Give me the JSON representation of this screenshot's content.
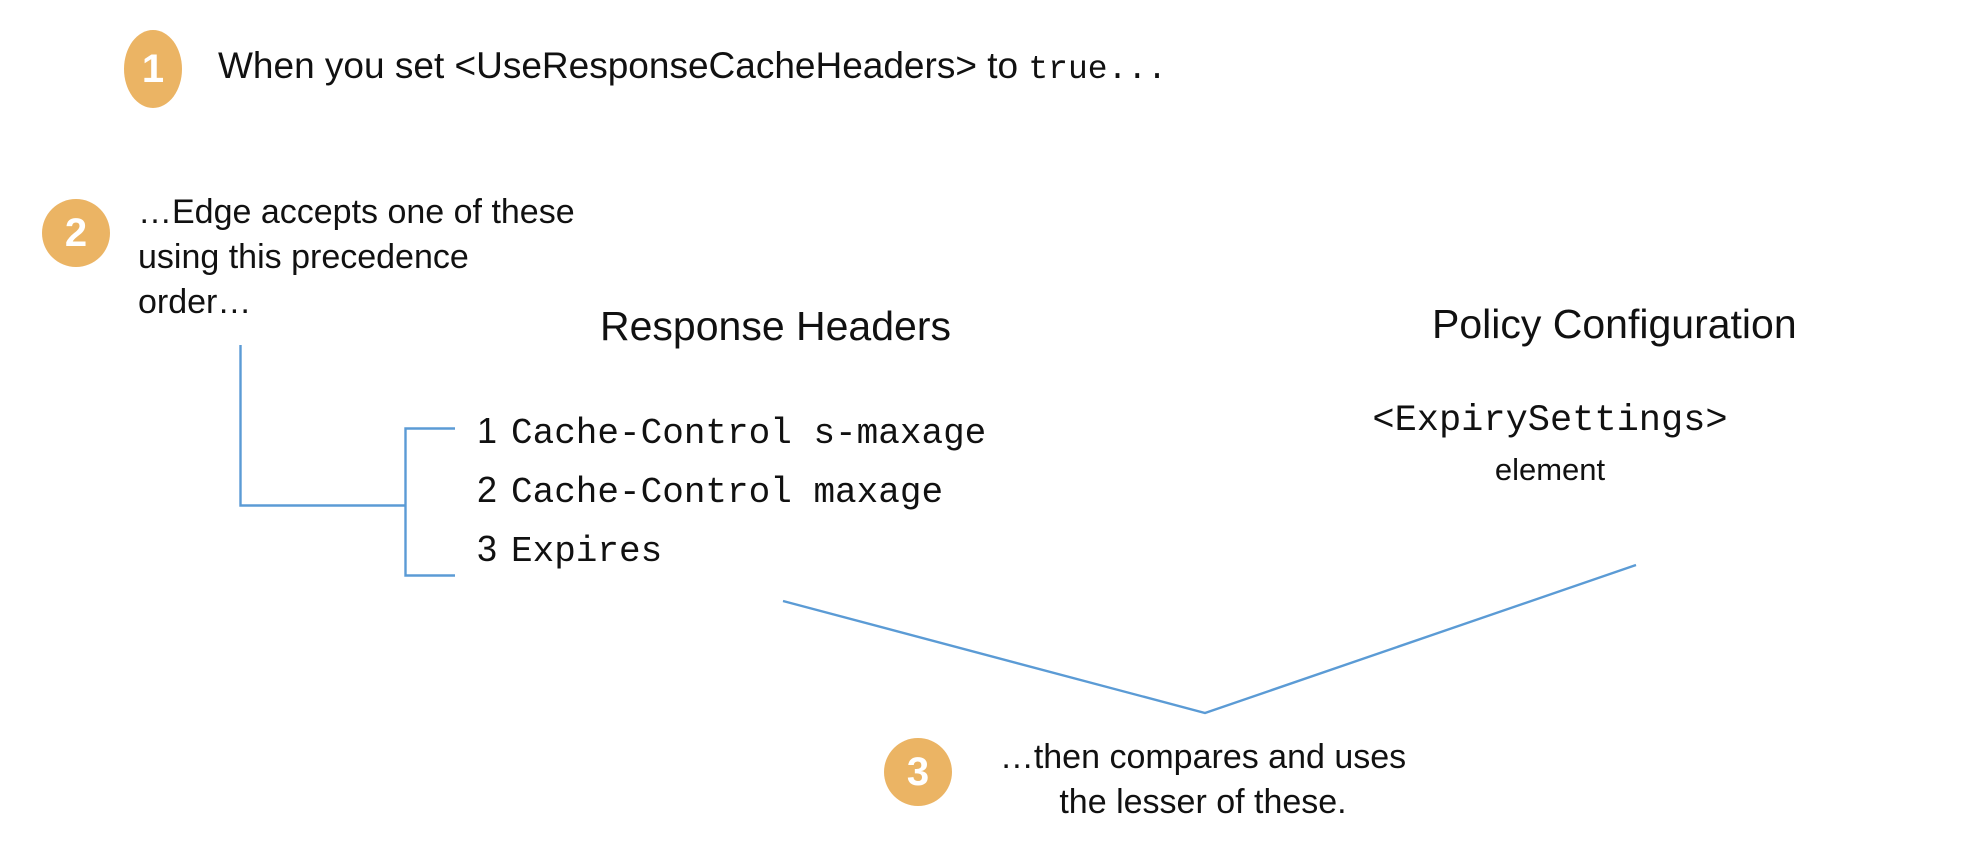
{
  "theme": {
    "background": "#ffffff",
    "badge_fill": "#EBB464",
    "badge_text": "#ffffff",
    "connector_stroke": "#5B9BD5",
    "body_text": "#111111"
  },
  "steps": [
    {
      "number": "1",
      "text_before": "When you set <UseResponseCacheHeaders> to ",
      "text_mono": "true...",
      "full_text": "When you set <UseResponseCacheHeaders> to true..."
    },
    {
      "number": "2",
      "full_text": "…Edge accepts one of these using this precedence order…",
      "lines": [
        "…Edge accepts one of these",
        "using this precedence",
        "order…"
      ]
    },
    {
      "number": "3",
      "full_text": "…then compares and uses the lesser of these.",
      "lines": [
        "…then compares and uses",
        "the lesser of these."
      ]
    }
  ],
  "columns": {
    "response_headers": {
      "heading": "Response Headers",
      "items": [
        {
          "rank": "1",
          "name": "Cache-Control s-maxage"
        },
        {
          "rank": "2",
          "name": "Cache-Control maxage"
        },
        {
          "rank": "3",
          "name": "Expires"
        }
      ]
    },
    "policy_configuration": {
      "heading": "Policy Configuration",
      "element_name": "<ExpirySettings>",
      "element_word": "element"
    }
  }
}
